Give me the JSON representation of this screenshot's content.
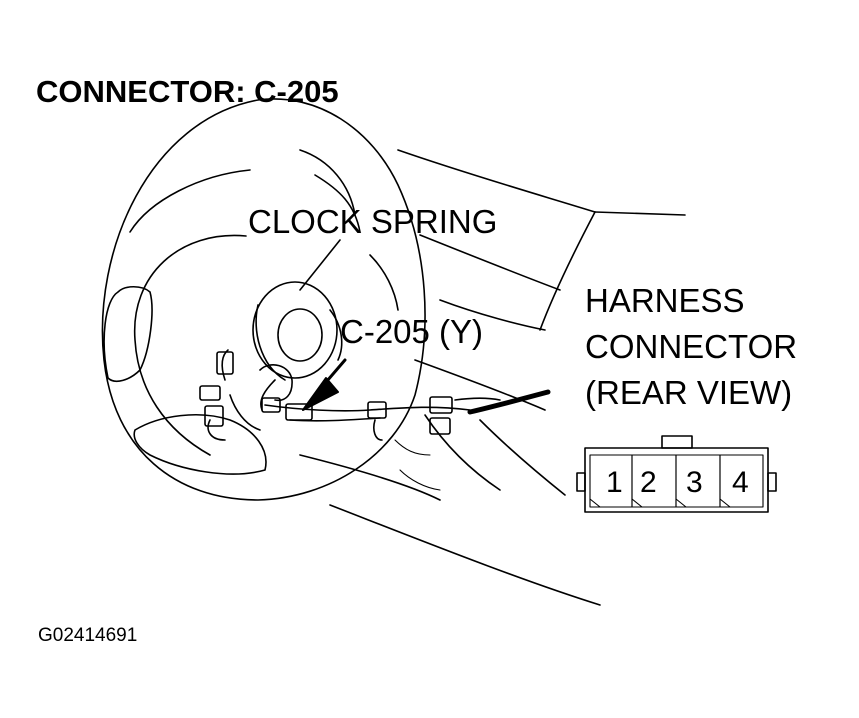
{
  "title": "CONNECTOR: C-205",
  "labels": {
    "clock_spring": "CLOCK SPRING",
    "connector_id": "C-205 (Y)",
    "harness_line1": "HARNESS",
    "harness_line2": "CONNECTOR",
    "harness_line3": "(REAR VIEW)"
  },
  "connector": {
    "pins": [
      "1",
      "2",
      "3",
      "4"
    ]
  },
  "figure_code": "G02414691",
  "colors": {
    "line": "#000000",
    "background": "#ffffff"
  }
}
